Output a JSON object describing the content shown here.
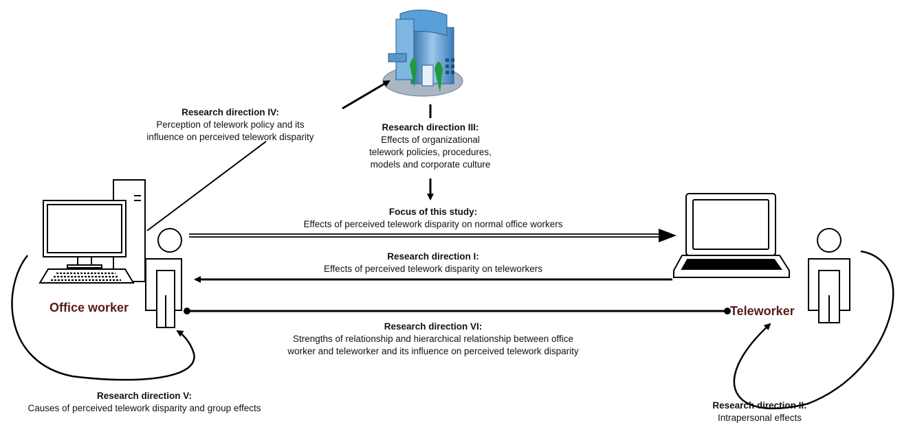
{
  "colors": {
    "line": "#000000",
    "role_text": "#5a1a1a",
    "building_blue": "#4a90c8",
    "tree_green": "#1e9a3a"
  },
  "icons": {
    "office": "building-icon",
    "desktop": "desktop-computer-icon",
    "laptop": "laptop-icon",
    "person": "person-icon"
  },
  "labels": {
    "dir4": {
      "heading": "Research direction IV:",
      "line1": "Perception of telework policy and its",
      "line2": "influence on perceived telework disparity"
    },
    "dir3": {
      "heading": "Research direction III:",
      "line1": "Effects of organizational",
      "line2": "telework policies, procedures,",
      "line3": "models and corporate culture"
    },
    "focus": {
      "heading": "Focus of this study:",
      "line1": "Effects of perceived telework disparity on normal office workers"
    },
    "dir1": {
      "heading": "Research direction I:",
      "line1": "Effects of perceived telework disparity on teleworkers"
    },
    "dir6": {
      "heading": "Research direction VI:",
      "line1": "Strengths of relationship and hierarchical relationship between office",
      "line2": "worker and teleworker and its influence on perceived telework disparity"
    },
    "dir5": {
      "heading": "Research direction V:",
      "line1": "Causes of perceived telework disparity and group effects"
    },
    "dir2": {
      "heading": "Research direction II:",
      "line1": "Intrapersonal effects"
    }
  },
  "roles": {
    "office_worker": "Office worker",
    "teleworker": "Teleworker"
  }
}
